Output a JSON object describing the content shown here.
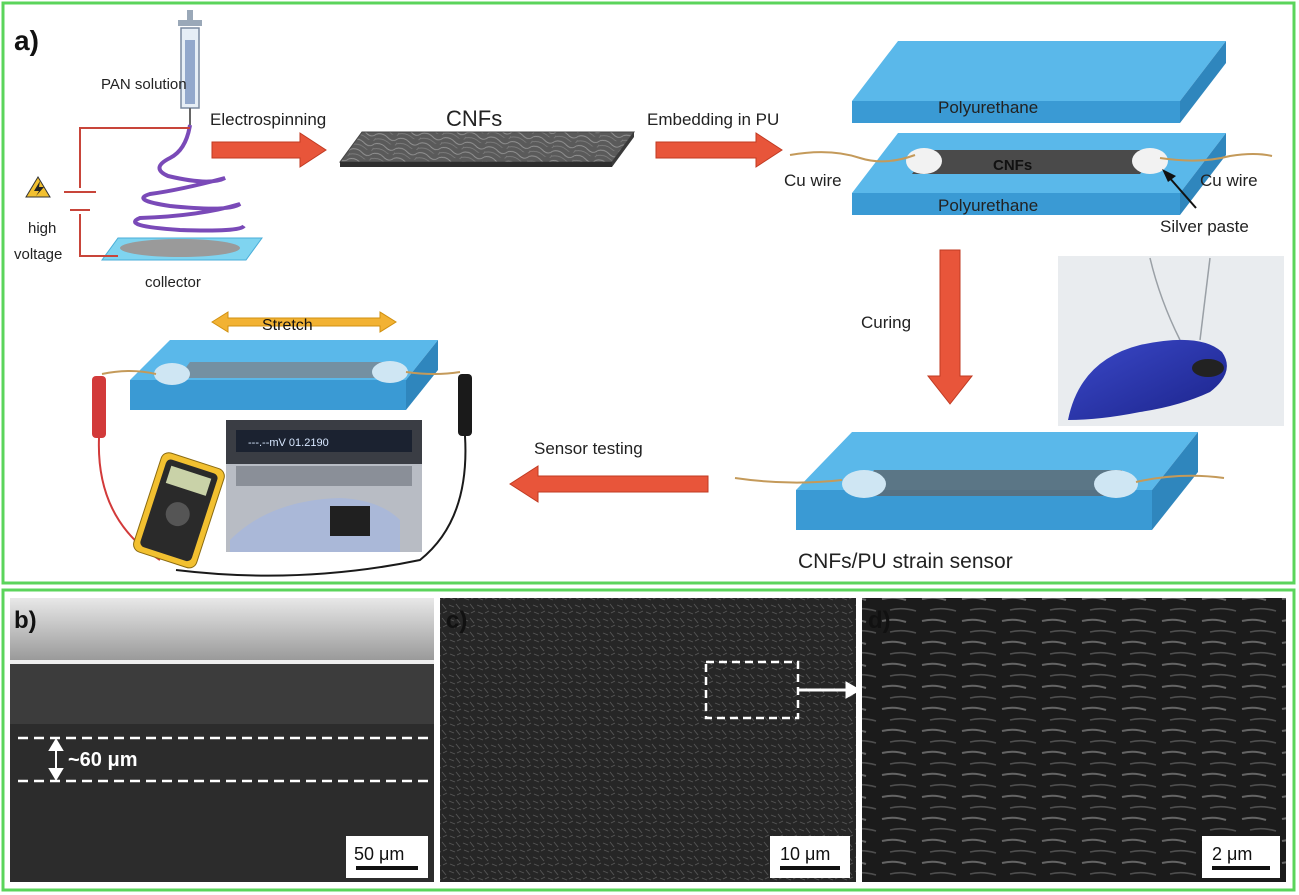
{
  "panel_a": {
    "label": "a)",
    "pan_solution": "PAN solution",
    "electrospinning": "Electrospinning",
    "cnfs_title": "CNFs",
    "embedding": "Embedding in PU",
    "polyurethane_top": "Polyurethane",
    "polyurethane_bottom": "Polyurethane",
    "cnfs_inner": "CNFs",
    "cu_wire_left": "Cu wire",
    "cu_wire_right": "Cu wire",
    "silver_paste": "Silver paste",
    "high": "high",
    "voltage": "voltage",
    "collector": "collector",
    "curing": "Curing",
    "sensor_testing": "Sensor testing",
    "stretch": "Stretch",
    "strain_sensor": "CNFs/PU strain sensor",
    "meter_readout": "---.--mV  01.2190"
  },
  "panel_b": {
    "label": "b)",
    "thickness": "~60 μm",
    "scale": "50 μm"
  },
  "panel_c": {
    "label": "c)",
    "scale": "10 μm"
  },
  "panel_d": {
    "label": "d)",
    "scale": "2 μm"
  },
  "colors": {
    "frame_green": "#5bd45b",
    "arrow_red": "#e8553a",
    "pu_blue": "#5ab8ea",
    "pu_blue_side": "#3a9ad4",
    "cnf_gray": "#6e6e6e",
    "sem_dark": "#1c1c1c",
    "stretch_gold": "#f2b233",
    "spiral_purple": "#7a4ab8"
  }
}
